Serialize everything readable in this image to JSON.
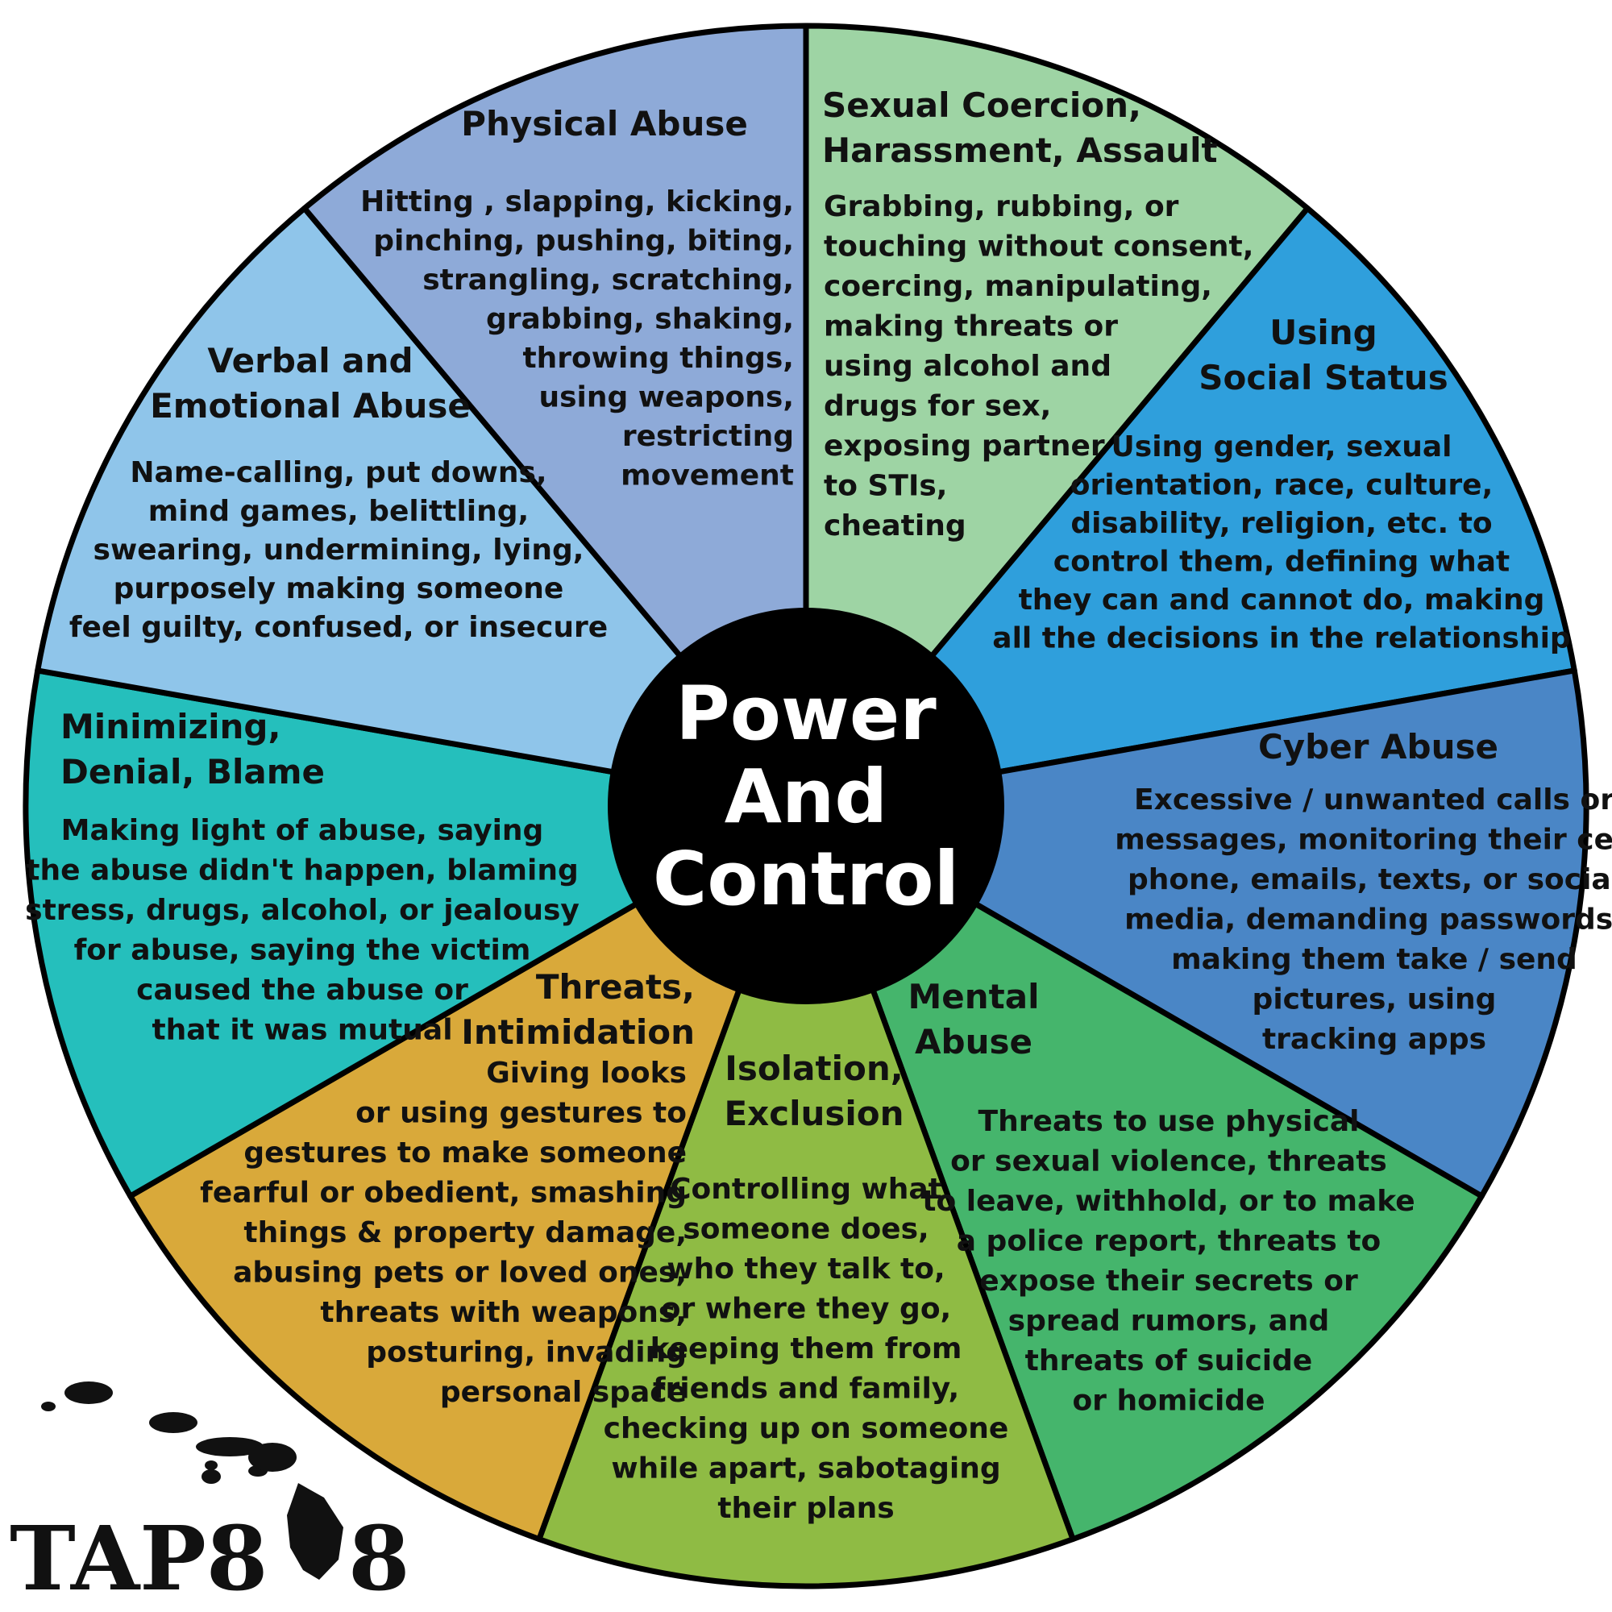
{
  "center": {
    "lines": [
      "Power",
      "And",
      "Control"
    ],
    "color": "#000000"
  },
  "segments": [
    {
      "id": "physical-abuse",
      "color": "#9ed4a4",
      "title": [
        "Physical Abuse"
      ],
      "body": [
        "Hitting , slapping, kicking,",
        "pinching, pushing, biting,",
        "strangling, scratching,",
        "grabbing, shaking,",
        "throwing things,",
        "using weapons,",
        "restricting",
        "movement"
      ]
    },
    {
      "id": "sexual-coercion",
      "color": "#2f9fdc",
      "title": [
        "Sexual Coercion,",
        "Harassment, Assault"
      ],
      "body": [
        "Grabbing, rubbing, or",
        "touching without consent,",
        "coercing, manipulating,",
        "making threats or",
        "using alcohol and",
        "drugs for sex,",
        "exposing partner",
        "to STIs,",
        "cheating"
      ]
    },
    {
      "id": "social-status",
      "color": "#4a86c6",
      "title": [
        "Using",
        "Social Status"
      ],
      "body": [
        "Using gender, sexual",
        "orientation, race, culture,",
        "disability, religion, etc. to",
        "control them, defining what",
        "they can and cannot do, making",
        "all the decisions in the relationship"
      ]
    },
    {
      "id": "cyber-abuse",
      "color": "#45b56c",
      "title": [
        "Cyber Abuse"
      ],
      "body": [
        "Excessive / unwanted calls or",
        "messages, monitoring their cell",
        "phone, emails, texts, or social",
        "media, demanding passwords,",
        "making them take / send",
        "pictures, using",
        "tracking apps"
      ]
    },
    {
      "id": "mental-abuse",
      "color": "#8fbb44",
      "title": [
        "Mental",
        "Abuse"
      ],
      "body": [
        "Threats to use physical",
        "or sexual violence, threats",
        "to leave, withhold, or to make",
        "a police report, threats to",
        "expose their secrets or",
        "spread rumors, and",
        "threats of suicide",
        "or homicide"
      ]
    },
    {
      "id": "isolation",
      "color": "#d9a93a",
      "title": [
        "Isolation,",
        "Exclusion"
      ],
      "body": [
        "Controlling what",
        "someone does,",
        "who they talk to,",
        "or where they go,",
        "keeping them from",
        "friends and family,",
        "checking up on someone",
        "while apart, sabotaging",
        "their plans"
      ]
    },
    {
      "id": "threats",
      "color": "#25bfbc",
      "title": [
        "Threats,",
        "Intimidation"
      ],
      "body": [
        "Giving looks",
        "or using gestures to",
        "gestures to make someone",
        "fearful or obedient, smashing",
        "things & property damage,",
        "abusing pets or loved ones,",
        "threats with weapons,",
        "posturing, invading",
        "personal space"
      ]
    },
    {
      "id": "minimizing",
      "color": "#8fc5ea",
      "title": [
        "Minimizing,",
        "Denial, Blame"
      ],
      "body": [
        "Making light of abuse, saying",
        "the abuse didn't happen, blaming",
        "stress, drugs, alcohol, or jealousy",
        "for abuse, saying the victim",
        "caused the abuse or",
        "that it was mutual"
      ]
    },
    {
      "id": "verbal-emotional",
      "color": "#8eaad8",
      "title": [
        "Verbal and",
        "Emotional Abuse"
      ],
      "body": [
        "Name-calling, put downs,",
        "mind games, belittling,",
        "swearing, undermining, lying,",
        "purposely making someone",
        "feel guilty, confused, or insecure"
      ]
    }
  ],
  "brand": {
    "text_left": "TAP8",
    "text_right": "8",
    "logo": "hawaii-islands-icon"
  }
}
